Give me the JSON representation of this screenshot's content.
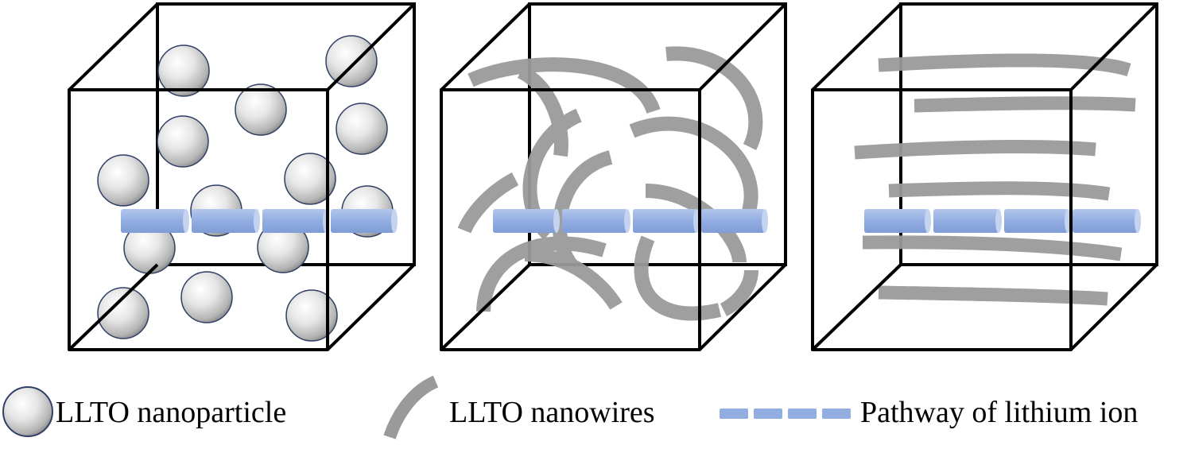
{
  "legend": {
    "items": [
      {
        "label": "LLTO nanoparticle",
        "icon": "nanoparticle-sphere-icon"
      },
      {
        "label": "LLTO nanowires",
        "icon": "nanowire-arc-icon"
      },
      {
        "label": "Pathway of lithium ion",
        "icon": "lithium-pathway-icon"
      }
    ]
  },
  "colors": {
    "cube_edge": "#000000",
    "nanowire": "#9a9a9a",
    "pathway": "#92ade0",
    "pathway_cap": "#b9caec",
    "sphere_light": "#ffffff",
    "sphere_dark": "#a0a0a0",
    "sphere_rim": "#2f3f66"
  },
  "panels": [
    {
      "name": "nanoparticle-cube",
      "filler": "nanoparticle"
    },
    {
      "name": "random-nanowire-cube",
      "filler": "random nanowires"
    },
    {
      "name": "aligned-nanowire-cube",
      "filler": "aligned nanowires"
    }
  ]
}
